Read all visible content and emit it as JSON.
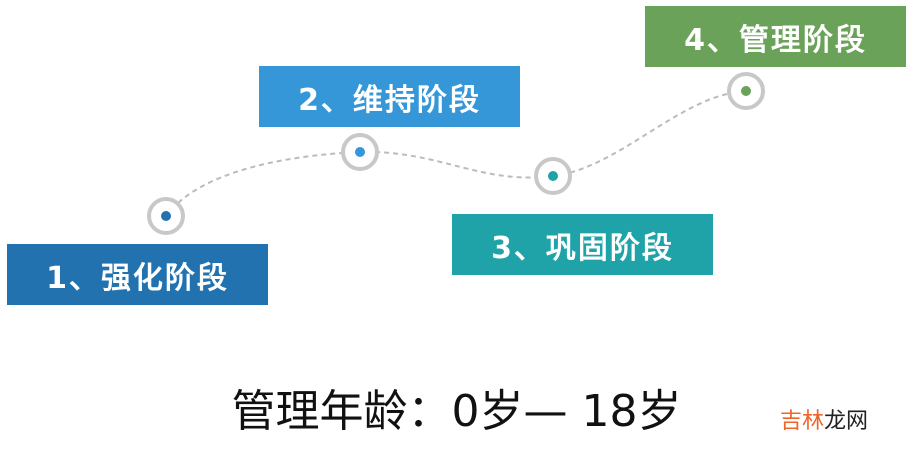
{
  "stages": [
    {
      "label": "1、强化阶段",
      "color": "#2272b0"
    },
    {
      "label": "2、维持阶段",
      "color": "#3597d8"
    },
    {
      "label": "3、巩固阶段",
      "color": "#1fa3a8"
    },
    {
      "label": "4、管理阶段",
      "color": "#6aa259"
    }
  ],
  "caption": "管理年龄：0岁— 18岁",
  "watermark": {
    "part1": "吉林",
    "part2": "龙网",
    "color1": "#f0642a",
    "color2": "#222222"
  }
}
